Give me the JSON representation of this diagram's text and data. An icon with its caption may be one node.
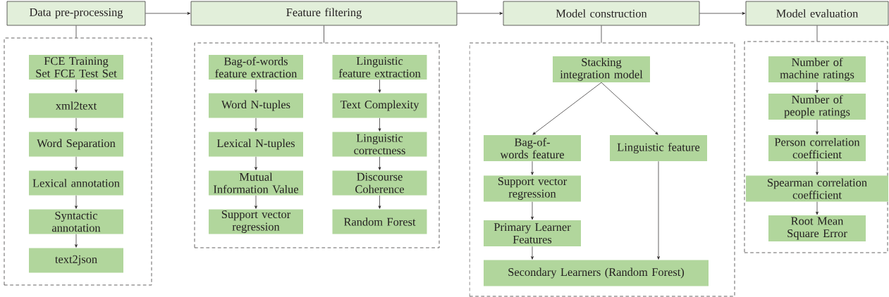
{
  "diagram": {
    "nodes": [
      {
        "text": [
          "Data pre-processing"
        ]
      },
      {
        "text": [],
        "shape": "box"
      },
      {
        "text": [
          "FCE Training Set FCE Test Set"
        ],
        "in": 1
      },
      {
        "text": [
          "xml2text"
        ],
        "in": 1
      },
      {
        "text": [
          "Word Separation"
        ],
        "in": 1
      },
      {
        "text": [
          "Lexical annotation"
        ],
        "in": 1
      },
      {
        "text": [
          "Syntactic annotation"
        ],
        "in": 1
      },
      {
        "text": [
          "text2json"
        ],
        "in": 1
      },
      {
        "text": [
          "Feature filtering"
        ]
      },
      {
        "text": [],
        "shape": "box"
      },
      {
        "text": [
          "Bag-of-words feature extraction"
        ],
        "in": 9
      },
      {
        "text": [
          "Word N-tuples"
        ],
        "in": 9
      },
      {
        "text": [
          "Lexical N-tuples"
        ],
        "in": 9
      },
      {
        "text": [
          "Mutual Information Value"
        ],
        "in": 9
      },
      {
        "text": [
          "Support vector regression"
        ],
        "in": 9
      },
      {
        "text": [
          "Linguistic feature extraction"
        ],
        "in": 9
      },
      {
        "text": [
          "Text Complexity"
        ],
        "in": 9
      },
      {
        "text": [
          "Linguistic correctness"
        ],
        "in": 9
      },
      {
        "text": [
          "Discourse Coherence"
        ],
        "in": 9
      },
      {
        "text": [
          "Random Forest"
        ],
        "in": 9
      },
      {
        "text": [
          "Model construction"
        ]
      },
      {
        "text": [],
        "shape": "box"
      },
      {
        "text": [
          "Stacking integration model"
        ],
        "in": 21
      },
      {
        "text": [
          "Bag-of-words feature"
        ],
        "in": 21
      },
      {
        "text": [
          "Linguistic feature"
        ],
        "in": 21
      },
      {
        "text": [
          "Support vector regression"
        ],
        "in": 21
      },
      {
        "text": [
          "Primary Learner Features"
        ],
        "in": 21
      },
      {
        "text": [
          "Secondary Learners (Random Forest)"
        ],
        "in": 21
      },
      {
        "text": [
          "Model evaluation"
        ]
      },
      {
        "text": [],
        "shape": "box"
      },
      {
        "text": [
          "Number of machine ratings"
        ],
        "in": 29
      },
      {
        "text": [
          "Number of people ratings"
        ],
        "in": 29
      },
      {
        "text": [
          "Person correlation coefficient"
        ],
        "in": 29
      },
      {
        "text": [
          "Spearman correlation coefficient"
        ],
        "in": 29
      },
      {
        "text": [
          "Root Mean Square Error"
        ],
        "in": 29
      }
    ],
    "edges": [
      {
        "from": 0,
        "to": 8,
        "arrow": "to"
      },
      {
        "from": 8,
        "to": 20,
        "arrow": "to"
      },
      {
        "from": 20,
        "to": 28,
        "arrow": "to"
      },
      {
        "from": 0,
        "to": 1,
        "arrow": "none"
      },
      {
        "from": 8,
        "to": 9,
        "arrow": "none"
      },
      {
        "from": 20,
        "to": 21,
        "arrow": "none"
      },
      {
        "from": 28,
        "to": 29,
        "arrow": "none"
      },
      {
        "from": 2,
        "to": 3,
        "arrow": "to"
      },
      {
        "from": 3,
        "to": 4,
        "arrow": "to"
      },
      {
        "from": 4,
        "to": 5,
        "arrow": "to"
      },
      {
        "from": 5,
        "to": 6,
        "arrow": "to"
      },
      {
        "from": 6,
        "to": 7,
        "arrow": "to"
      },
      {
        "from": 10,
        "to": 11,
        "arrow": "to"
      },
      {
        "from": 11,
        "to": 12,
        "arrow": "to"
      },
      {
        "from": 12,
        "to": 13,
        "arrow": "to"
      },
      {
        "from": 13,
        "to": 14,
        "arrow": "to"
      },
      {
        "from": 15,
        "to": 16,
        "arrow": "to"
      },
      {
        "from": 16,
        "to": 17,
        "arrow": "to"
      },
      {
        "from": 17,
        "to": 18,
        "arrow": "to"
      },
      {
        "from": 18,
        "to": 19,
        "arrow": "to"
      },
      {
        "from": 22,
        "to": 23,
        "arrow": "to"
      },
      {
        "from": 22,
        "to": 24,
        "arrow": "to"
      },
      {
        "from": 23,
        "to": 25,
        "arrow": "to"
      },
      {
        "from": 25,
        "to": 26,
        "arrow": "to"
      },
      {
        "from": 26,
        "to": 27,
        "arrow": "to"
      },
      {
        "from": 24,
        "to": 27,
        "arrow": "to"
      },
      {
        "from": 30,
        "to": 31,
        "arrow": "to"
      },
      {
        "from": 31,
        "to": 32,
        "arrow": "to"
      },
      {
        "from": 32,
        "to": 33,
        "arrow": "to"
      },
      {
        "from": 33,
        "to": 34,
        "arrow": "to"
      }
    ]
  }
}
